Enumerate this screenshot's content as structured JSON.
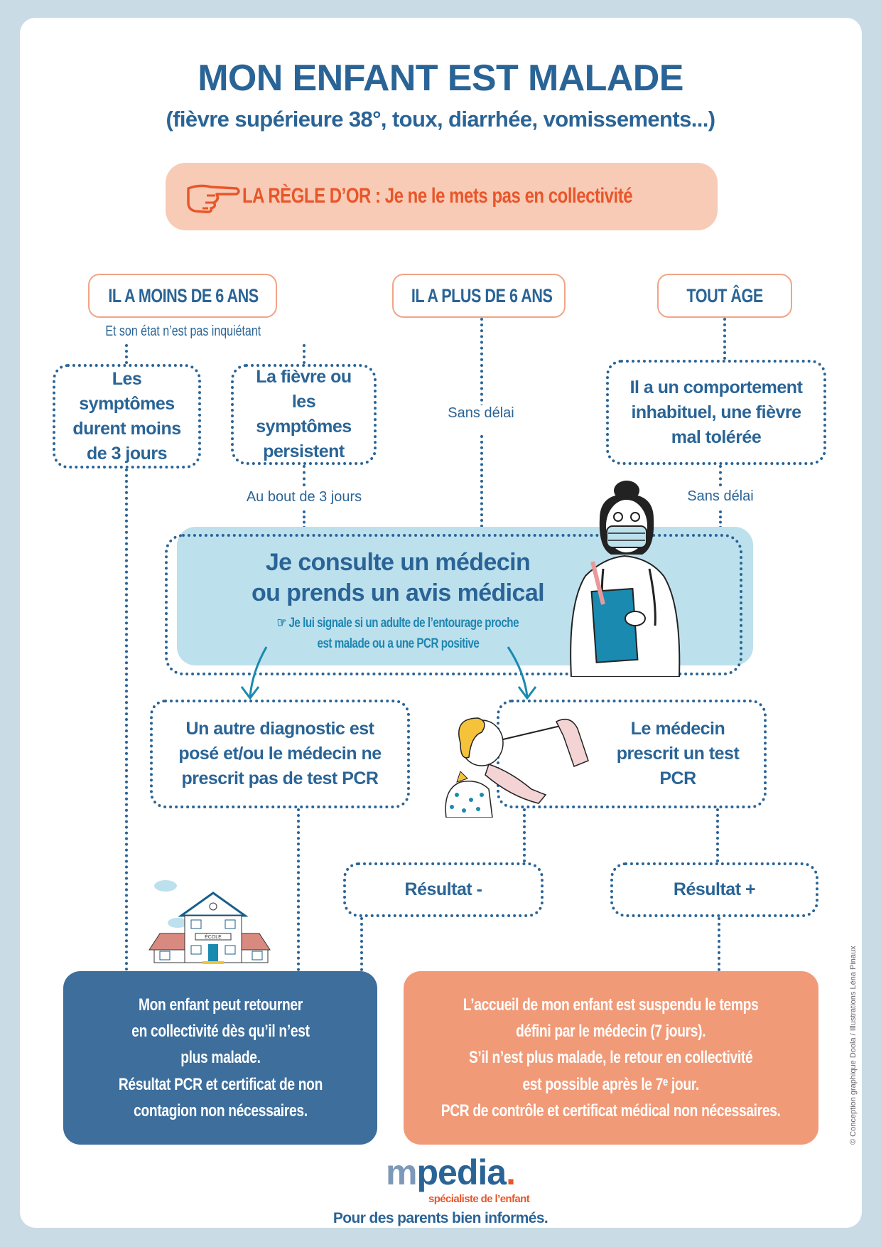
{
  "header": {
    "title": "MON ENFANT EST MALADE",
    "subtitle": "(fièvre supérieure 38°, toux, diarrhée, vomissements...)"
  },
  "rule": {
    "text": "LA RÈGLE D’OR : Je ne le mets pas en collectivité",
    "icon": "pointing-hand-icon"
  },
  "ages": [
    {
      "label": "IL A MOINS DE 6 ANS",
      "note": "Et son état n’est pas inquiétant"
    },
    {
      "label": "IL A PLUS DE 6 ANS"
    },
    {
      "label": "TOUT ÂGE"
    }
  ],
  "conditions": {
    "short": "Les symptômes durent moins de 3 jours",
    "persist": "La fièvre ou les symptômes persistent",
    "unusual": "Il  a un comportement inhabituel, une fièvre mal tolérée"
  },
  "timing": {
    "no_delay_1": "Sans délai",
    "after_3_days": "Au bout de 3 jours",
    "no_delay_2": "Sans délai"
  },
  "consult": {
    "title_line1": "Je consulte un médecin",
    "title_line2": "ou prends un avis médical",
    "note_line1": "☞ Je lui signale si un adulte de l’entourage proche",
    "note_line2": "est malade ou a une PCR positive"
  },
  "outcomes": {
    "other_diag": "Un autre diagnostic est posé et/ou le médecin ne prescrit pas de test PCR",
    "pcr": "Le médecin prescrit un test PCR",
    "neg": "Résultat -",
    "pos": "Résultat +"
  },
  "school_sign": "ÉCOLE",
  "final": {
    "left": [
      "Mon enfant peut retourner",
      "en collectivité dès qu’il n’est",
      "plus malade.",
      "Résultat PCR et certificat de non",
      "contagion non nécessaires."
    ],
    "right": [
      "L’accueil de mon enfant est suspendu le temps",
      "défini par le médecin (7 jours).",
      "S’il n’est plus malade, le retour en collectivité",
      "est possible après le 7ᵉ jour.",
      "PCR de contrôle et certificat médical non nécessaires."
    ]
  },
  "footer": {
    "logo_m": "m",
    "logo_rest": "pedia",
    "logo_dot": ".",
    "logo_sub": "spécialiste de l’enfant",
    "tagline": "Pour des parents bien informés."
  },
  "credit": "© Conception graphique Doola  /  Illustrations Léna Pinaux",
  "colors": {
    "primary": "#2a6496",
    "accent": "#e8562a",
    "rule_bg": "#f8cbb6",
    "consult_bg": "#bde0ed",
    "left_final": "#3d6e9c",
    "right_final": "#f19a78",
    "page_bg": "#c9dbe5"
  }
}
